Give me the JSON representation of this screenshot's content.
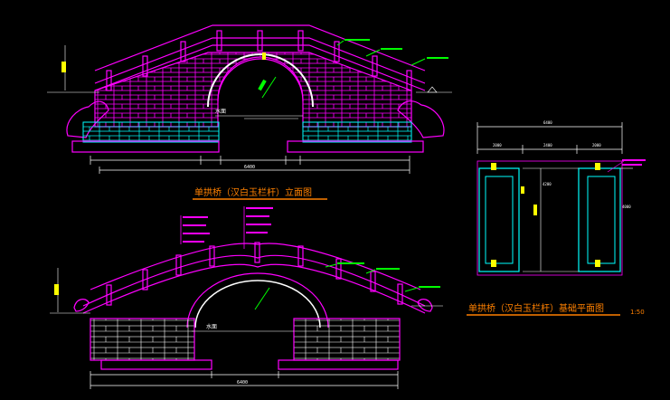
{
  "drawing": {
    "title_elevation_1": "单拱桥（汉白玉栏杆）立面图",
    "title_elevation_2": "",
    "title_plan": "单拱桥（汉白玉栏杆）基础平面图",
    "scale_text": "1:50",
    "water_label": "水面",
    "water_label_2": "水面",
    "total_length": "6400",
    "plan_total": "6400",
    "plan_segments": [
      "2000",
      "2400",
      "2000"
    ],
    "plan_depth_left": "4200",
    "plan_depth_right": "4000",
    "colors": {
      "background": "#000000",
      "bridge_outline": "#ff00ff",
      "foundation_outline": "#00ffff",
      "dimension_lines": "#ffffff",
      "leader_lines": "#00ff00",
      "level_marks": "#ffff00",
      "titles": "#ff8000"
    }
  }
}
